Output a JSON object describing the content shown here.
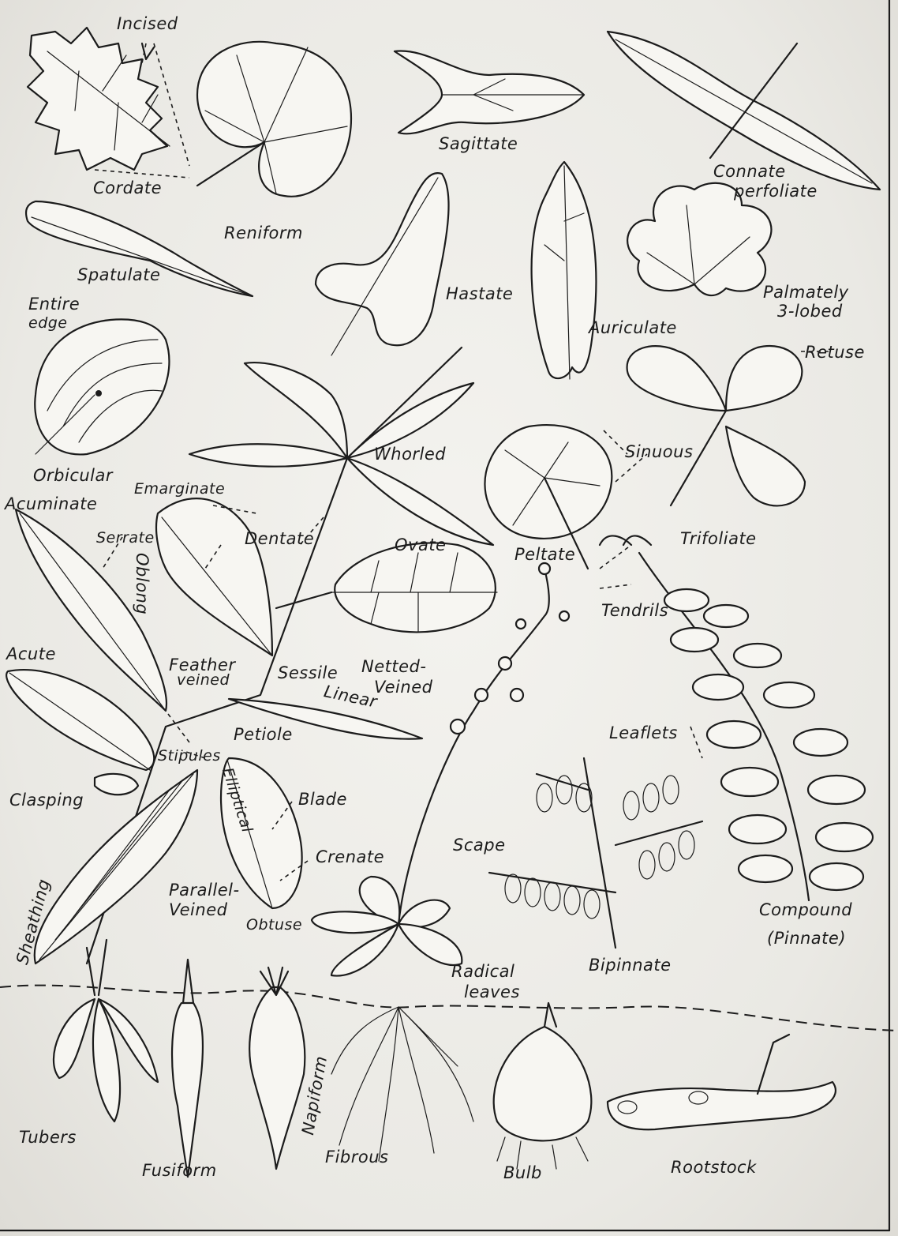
{
  "labels": {
    "incised": "Incised",
    "cordate": "Cordate",
    "reniform": "Reniform",
    "sagittate": "Sagittate",
    "connate_perfoliate_1": "Connate",
    "connate_perfoliate_2": "perfoliate",
    "spatulate": "Spatulate",
    "hastate": "Hastate",
    "palmately_3_lobed_1": "Palmately",
    "palmately_3_lobed_2": "3-lobed",
    "entire_edge_1": "Entire",
    "entire_edge_2": "edge",
    "auriculate": "Auriculate",
    "retuse": "Retuse",
    "orbicular": "Orbicular",
    "whorled": "Whorled",
    "sinuous": "Sinuous",
    "emarginate": "Emarginate",
    "acuminate": "Acuminate",
    "dentate": "Dentate",
    "ovate": "Ovate",
    "peltate": "Peltate",
    "trifoliate": "Trifoliate",
    "serrate": "Serrate",
    "oblong": "Oblong",
    "tendrils": "Tendrils",
    "acute": "Acute",
    "feather_veined_1": "Feather",
    "feather_veined_2": "veined",
    "sessile": "Sessile",
    "netted_veined_1": "Netted-",
    "netted_veined_2": "Veined",
    "linear": "Linear",
    "petiole": "Petiole",
    "stipules": "Stipules",
    "leaflets": "Leaflets",
    "clasping": "Clasping",
    "elliptical": "Elliptical",
    "blade": "Blade",
    "scape": "Scape",
    "crenate": "Crenate",
    "parallel_veined_1": "Parallel-",
    "parallel_veined_2": "Veined",
    "obtuse": "Obtuse",
    "sheathing": "Sheathing",
    "compound_pinnate_1": "Compound",
    "compound_pinnate_2": "(Pinnate)",
    "radical_leaves_1": "Radical",
    "radical_leaves_2": "leaves",
    "bipinnate": "Bipinnate",
    "napiform": "Napiform",
    "tubers": "Tubers",
    "fusiform": "Fusiform",
    "fibrous": "Fibrous",
    "bulb": "Bulb",
    "rootstock": "Rootstock"
  }
}
